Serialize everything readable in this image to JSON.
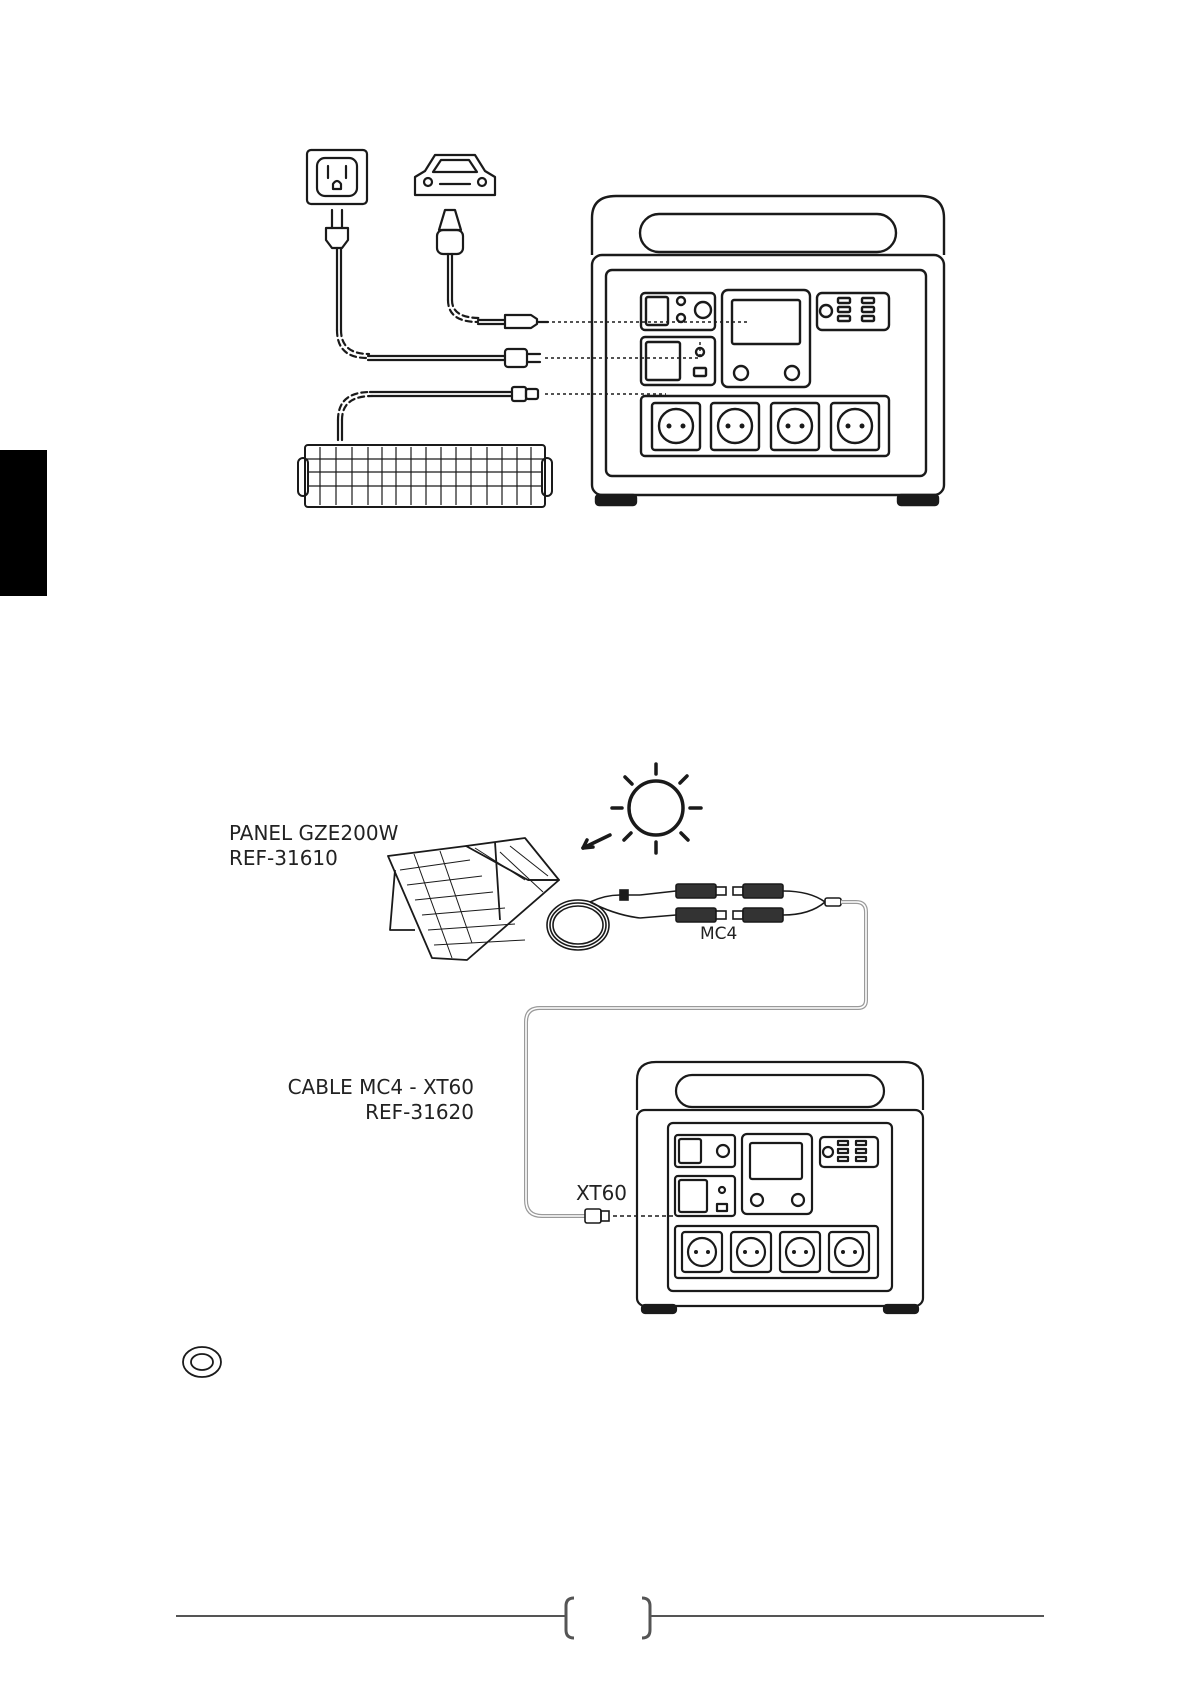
{
  "labels": {
    "panel_name": "PANEL GZE200W",
    "panel_ref": "REF-31610",
    "mc4": "MC4",
    "cable_name": "CABLE MC4 - XT60",
    "cable_ref": "REF-31620",
    "xt60": "XT60"
  },
  "icons": [
    "wall-outlet-icon",
    "car-icon",
    "sun-icon",
    "notice-circle-icon"
  ],
  "colors": {
    "line": "#1a1a1a",
    "side_tab": "#000000"
  }
}
